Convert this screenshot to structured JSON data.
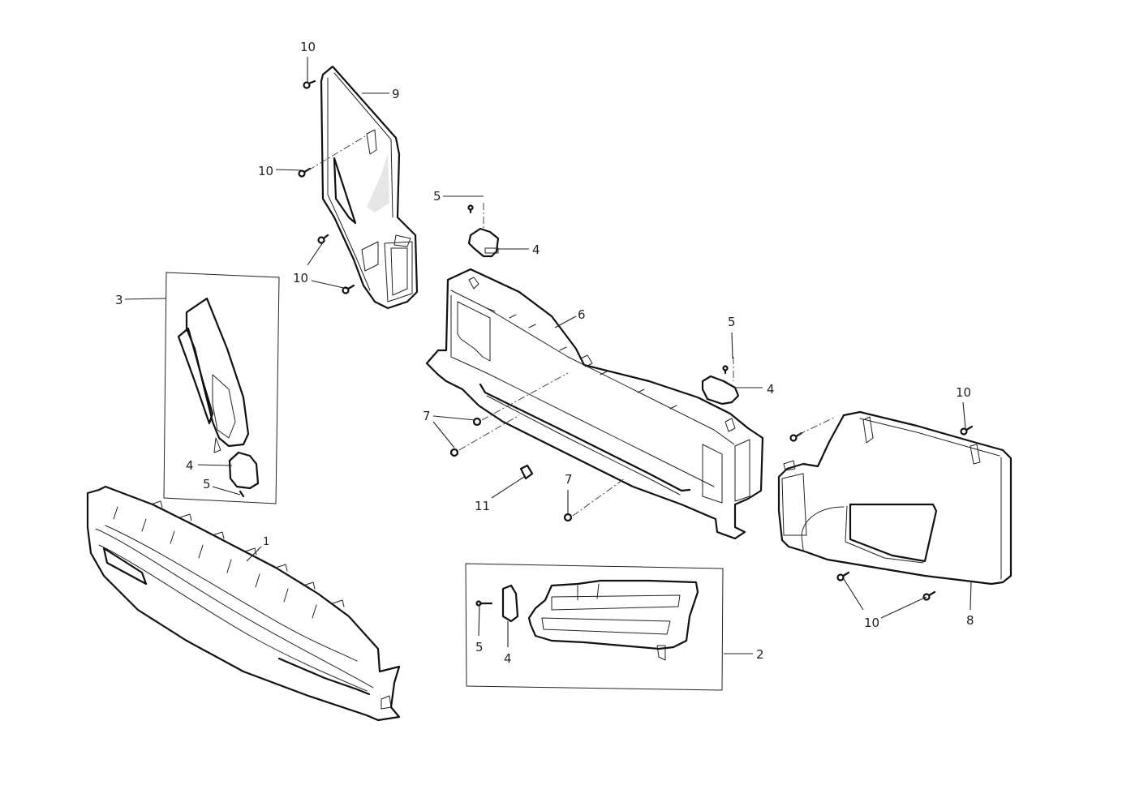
{
  "callouts": [
    {
      "id": "c1",
      "text": "1"
    },
    {
      "id": "c2",
      "text": "2"
    },
    {
      "id": "c3",
      "text": "3"
    },
    {
      "id": "c4a",
      "text": "4"
    },
    {
      "id": "c4b",
      "text": "4"
    },
    {
      "id": "c4c",
      "text": "4"
    },
    {
      "id": "c4d",
      "text": "4"
    },
    {
      "id": "c5a",
      "text": "5"
    },
    {
      "id": "c5b",
      "text": "5"
    },
    {
      "id": "c5c",
      "text": "5"
    },
    {
      "id": "c5d",
      "text": "5"
    },
    {
      "id": "c6",
      "text": "6"
    },
    {
      "id": "c7a",
      "text": "7"
    },
    {
      "id": "c7b",
      "text": "7"
    },
    {
      "id": "c8",
      "text": "8"
    },
    {
      "id": "c9",
      "text": "9"
    },
    {
      "id": "c10a",
      "text": "10"
    },
    {
      "id": "c10b",
      "text": "10"
    },
    {
      "id": "c10c",
      "text": "10"
    },
    {
      "id": "c10d",
      "text": "10"
    },
    {
      "id": "c10e",
      "text": "10"
    },
    {
      "id": "c11",
      "text": "11"
    }
  ]
}
